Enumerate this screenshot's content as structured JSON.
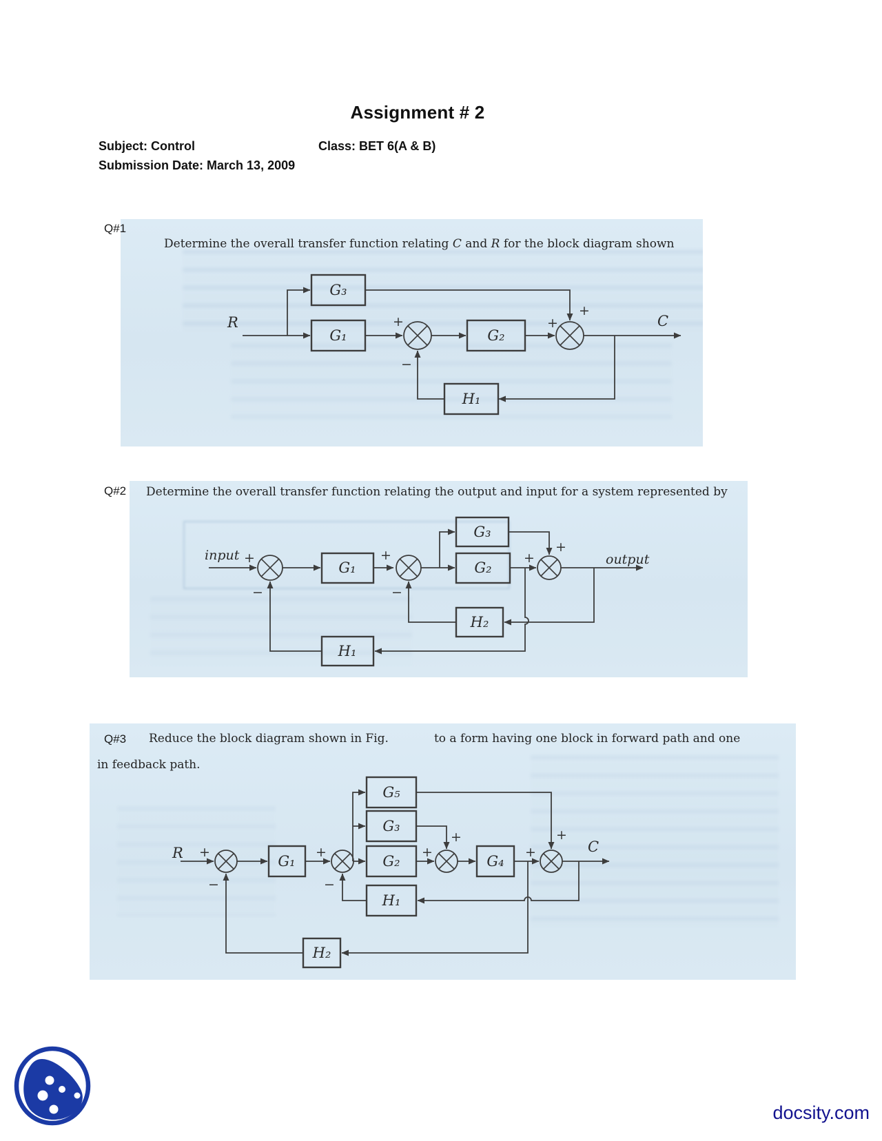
{
  "sym": {
    "plus": "+",
    "minus": "−"
  },
  "colors": {
    "scan_bg": "#d9e8f2",
    "ink": "#3d3d3d",
    "brand_blue": "#1b3aa5",
    "link_blue": "#13138f"
  },
  "header": {
    "title": "Assignment # 2",
    "subject": "Subject: Control",
    "class": "Class: BET 6(A & B)",
    "submission": "Submission Date: March 13, 2009"
  },
  "q1": {
    "label": "Q#1",
    "prompt_pre": "Determine the overall transfer function relating ",
    "prompt_var1": "C",
    "prompt_mid": " and ",
    "prompt_var2": "R",
    "prompt_post": " for the block diagram shown",
    "diagram": {
      "input": "R",
      "output": "C",
      "blocks": {
        "g1": "G₁",
        "g2": "G₂",
        "g3": "G₃",
        "h1": "H₁"
      }
    }
  },
  "q2": {
    "label": "Q#2",
    "prompt": "Determine the overall transfer function relating the output and input for a system represented by",
    "diagram": {
      "input": "input",
      "output": "output",
      "blocks": {
        "g1": "G₁",
        "g2": "G₂",
        "g3": "G₃",
        "h1": "H₁",
        "h2": "H₂"
      }
    }
  },
  "q3": {
    "label": "Q#3",
    "prompt_part1": "Reduce the block diagram shown in Fig.",
    "prompt_part2": "to a form having one block in forward path and one",
    "prompt_line2": "in feedback path.",
    "diagram": {
      "input": "R",
      "output": "C",
      "blocks": {
        "g1": "G₁",
        "g2": "G₂",
        "g3": "G₃",
        "g4": "G₄",
        "g5": "G₅",
        "h1": "H₁",
        "h2": "H₂"
      }
    }
  },
  "footer": {
    "site": "docsity.com"
  }
}
